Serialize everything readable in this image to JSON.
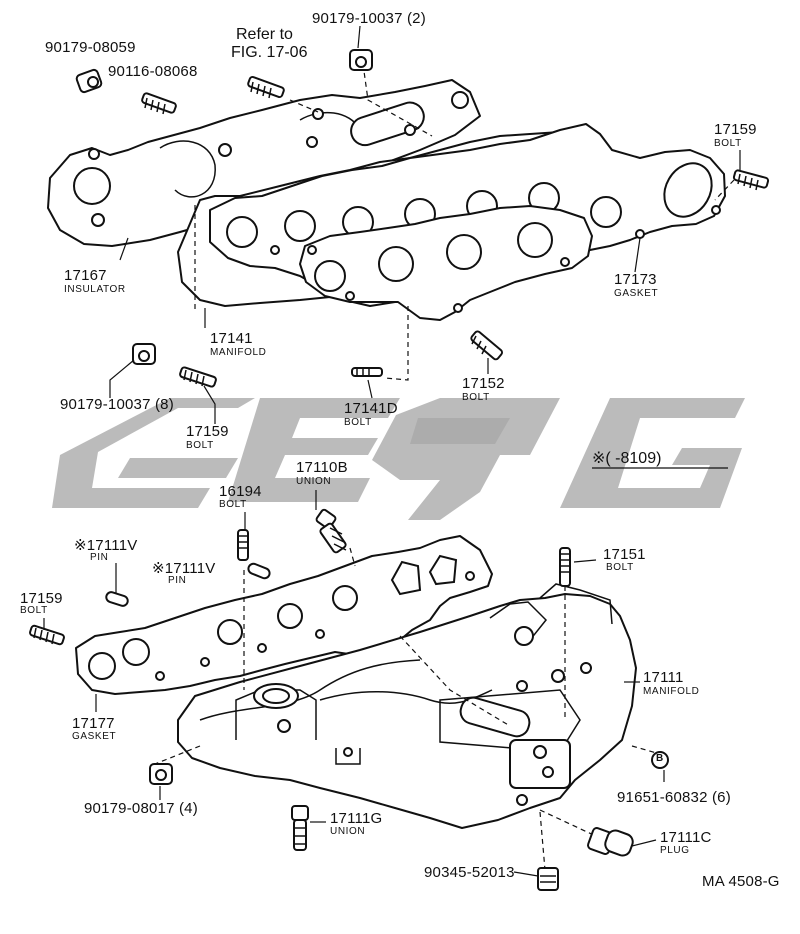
{
  "diagram_code": "MA 4508-G",
  "reference_note": {
    "line1": "Refer to",
    "line2": "FIG. 17-06"
  },
  "watermark_text": "GEQG",
  "applicability_note": "※(      -8109)",
  "parts": [
    {
      "number": "90179-08059",
      "name": ""
    },
    {
      "number": "90116-08068",
      "name": ""
    },
    {
      "number": "90179-10037 (2)",
      "name": ""
    },
    {
      "number": "17159",
      "name": "BOLT"
    },
    {
      "number": "17167",
      "name": "INSULATOR"
    },
    {
      "number": "17173",
      "name": "GASKET"
    },
    {
      "number": "17141",
      "name": "MANIFOLD"
    },
    {
      "number": "90179-10037 (8)",
      "name": ""
    },
    {
      "number": "17152",
      "name": "BOLT"
    },
    {
      "number": "17141D",
      "name": "BOLT"
    },
    {
      "number": "17159",
      "name": "BOLT"
    },
    {
      "number": "17110B",
      "name": "UNION"
    },
    {
      "number": "16194",
      "name": "BOLT"
    },
    {
      "number": "※17111V",
      "name": "PIN"
    },
    {
      "number": "※17111V",
      "name": "PIN"
    },
    {
      "number": "17151",
      "name": "BOLT"
    },
    {
      "number": "17159",
      "name": "BOLT"
    },
    {
      "number": "17111",
      "name": "MANIFOLD"
    },
    {
      "number": "17177",
      "name": "GASKET"
    },
    {
      "number": "90179-08017 (4)",
      "name": ""
    },
    {
      "number": "91651-60832 (6)",
      "name": ""
    },
    {
      "number": "17111G",
      "name": "UNION"
    },
    {
      "number": "17111C",
      "name": "PLUG"
    },
    {
      "number": "90345-52013",
      "name": ""
    }
  ],
  "callout_letter": "B"
}
